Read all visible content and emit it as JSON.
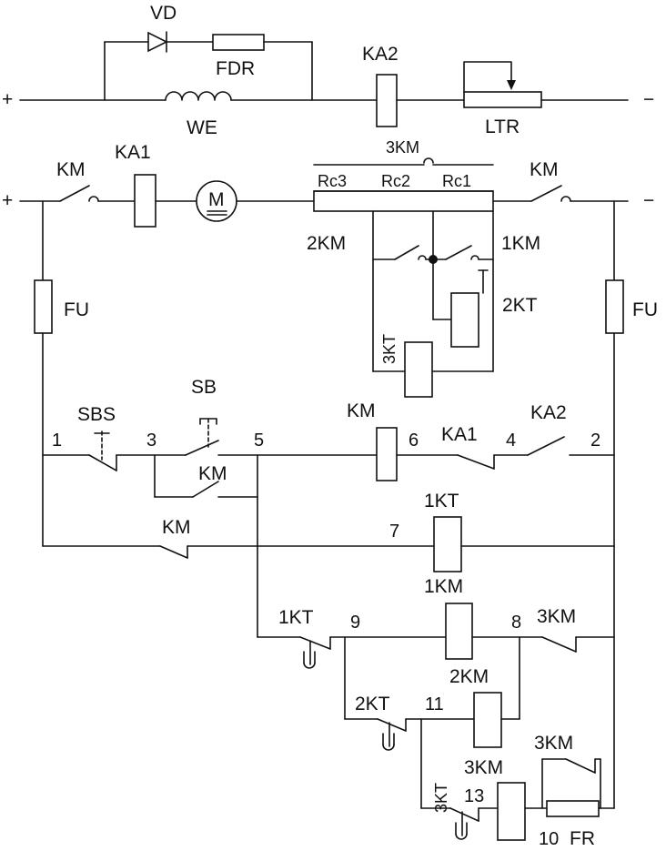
{
  "rails": {
    "plus_sign_top": "+",
    "minus_sign_top": "−",
    "plus_sign_mid": "+",
    "minus_sign_mid": "−"
  },
  "labels": {
    "vd": "VD",
    "fdr": "FDR",
    "we": "WE",
    "ka2_coil": "KA2",
    "ltr": "LTR",
    "km_left": "KM",
    "ka1_coil": "KA1",
    "motor": "M",
    "contact_3km_top": "3KM",
    "rc3": "Rc3",
    "rc2": "Rc2",
    "rc1": "Rc1",
    "km_right": "KM",
    "km2_contact": "2KM",
    "km1_contact": "1KM",
    "kt2_coil": "2KT",
    "kt3_coil": "3KT",
    "fu_left": "FU",
    "fu_right": "FU",
    "sb": "SB",
    "sbs": "SBS",
    "km_coil": "KM",
    "km_hold": "KM",
    "ka1_contact": "KA1",
    "ka2_contact": "KA2",
    "kt1_coil": "1KT",
    "km_nc": "KM",
    "km1_coil": "1KM",
    "kt1_contact": "1KT",
    "km3_nc": "3KM",
    "km2_coil": "2KM",
    "kt2_contact": "2KT",
    "kt3_contact": "3KT",
    "km3_coil": "3KM",
    "km3_hold": "3KM",
    "fr": "FR"
  },
  "nodes": {
    "n1": "1",
    "n2": "2",
    "n3": "3",
    "n4": "4",
    "n5": "5",
    "n6": "6",
    "n7": "7",
    "n8": "8",
    "n9": "9",
    "n10": "10",
    "n11": "11",
    "n13": "13"
  }
}
